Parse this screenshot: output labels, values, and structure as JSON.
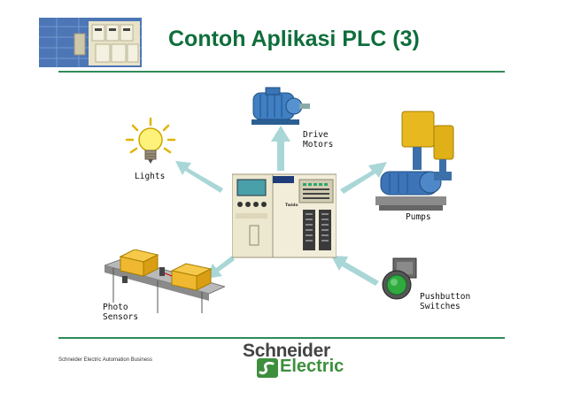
{
  "slide": {
    "title": "Contoh Aplikasi PLC (3)",
    "footer_text": "Schneider Electric Automation Business"
  },
  "diagram": {
    "nodes": [
      {
        "id": "lights",
        "label": "Lights"
      },
      {
        "id": "drive-motors",
        "label_lines": [
          "Drive",
          "Motors"
        ]
      },
      {
        "id": "pumps",
        "label": "Pumps"
      },
      {
        "id": "photo-sensors",
        "label_lines": [
          "Photo",
          "Sensors"
        ]
      },
      {
        "id": "pushbutton-switches",
        "label_lines": [
          "Pushbutton",
          "Switches"
        ]
      }
    ],
    "center_device_text": "Twido"
  },
  "logo": {
    "line1": "Schneider",
    "line2": "Electric"
  },
  "colors": {
    "title": "#0f6e3c",
    "rule": "#2e8b57",
    "arrow": "#a9d6d6",
    "brand_green": "#3d8f3d"
  }
}
